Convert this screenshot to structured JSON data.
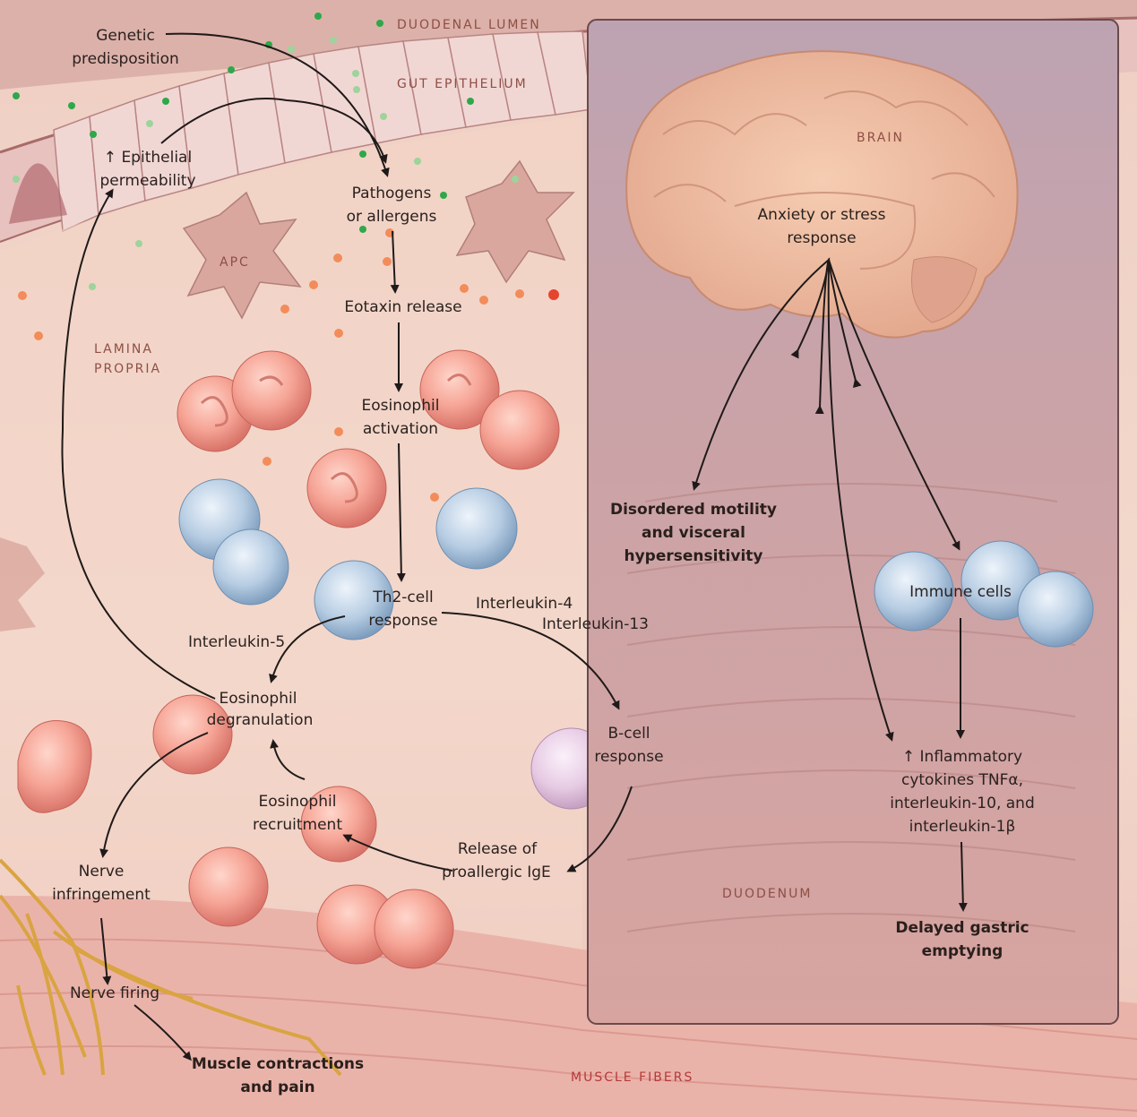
{
  "regions": {
    "duodenal_lumen": "DUODENAL LUMEN",
    "gut_epithelium": "GUT EPITHELIUM",
    "apc": "APC",
    "lamina_propria_1": "LAMINA",
    "lamina_propria_2": "PROPRIA",
    "brain": "BRAIN",
    "duodenum": "DUODENUM",
    "muscle_fibers": "MUSCLE FIBERS"
  },
  "left_flow": {
    "genetic_1": "Genetic",
    "genetic_2": "predisposition",
    "permeability_1": "↑ Epithelial",
    "permeability_2": "permeability",
    "pathogens_1": "Pathogens",
    "pathogens_2": "or allergens",
    "eotaxin": "Eotaxin release",
    "eos_activation_1": "Eosinophil",
    "eos_activation_2": "activation",
    "th2_1": "Th2-cell",
    "th2_2": "response",
    "il5": "Interleukin-5",
    "il4": "Interleukin-4",
    "il13": "Interleukin-13",
    "degranulation_1": "Eosinophil",
    "degranulation_2": "degranulation",
    "bcell_1": "B-cell",
    "bcell_2": "response",
    "recruitment_1": "Eosinophil",
    "recruitment_2": "recruitment",
    "ige_1": "Release of",
    "ige_2": "proallergic IgE",
    "nerve_inf_1": "Nerve",
    "nerve_inf_2": "infringement",
    "nerve_firing": "Nerve firing",
    "muscle_1": "Muscle contractions",
    "muscle_2": "and pain"
  },
  "right_flow": {
    "anxiety_1": "Anxiety or stress",
    "anxiety_2": "response",
    "motility_1": "Disordered motility",
    "motility_2": "and visceral",
    "motility_3": "hypersensitivity",
    "immune": "Immune cells",
    "cytokines_1": "↑ Inflammatory",
    "cytokines_2": "cytokines TNFα,",
    "cytokines_3": "interleukin-10, and",
    "cytokines_4": "interleukin-1β",
    "gastric_1": "Delayed gastric",
    "gastric_2": "emptying"
  },
  "colors": {
    "eosinophil": "#f29a8c",
    "tcell": "#a9c3dc",
    "bcell": "#e6c9e2",
    "panel": "#c89a98",
    "nerve": "#d9a441",
    "arrow": "#1f1a19"
  }
}
